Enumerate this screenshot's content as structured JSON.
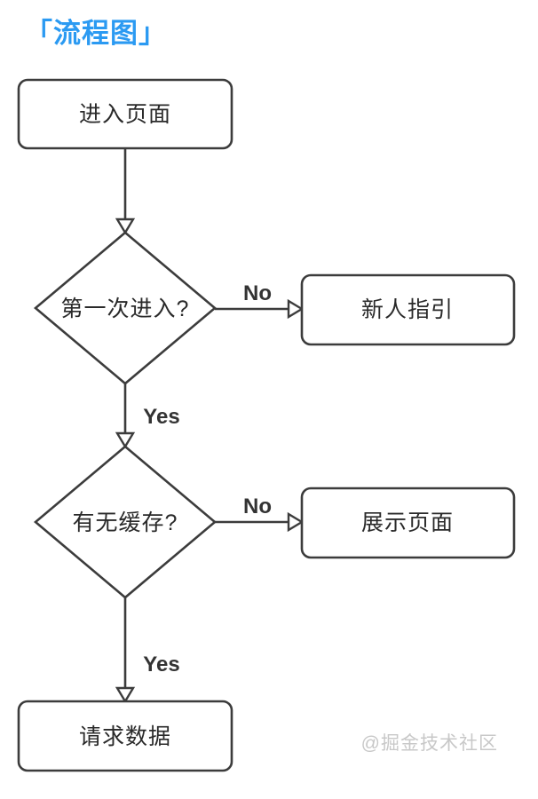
{
  "page": {
    "title": "「流程图」",
    "title_color": "#2b9af2",
    "background_color": "#ffffff"
  },
  "flowchart": {
    "stroke_color": "#3c3c3c",
    "node_text_color": "#2a2a2a",
    "nodes": {
      "enter_page": {
        "label": "进入页面",
        "shape": "rounded-rect"
      },
      "first_visit": {
        "label": "第一次进入?",
        "shape": "diamond"
      },
      "newcomer_guide": {
        "label": "新人指引",
        "shape": "rounded-rect"
      },
      "has_cache": {
        "label": "有无缓存?",
        "shape": "diamond"
      },
      "show_page": {
        "label": "展示页面",
        "shape": "rounded-rect"
      },
      "request_data": {
        "label": "请求数据",
        "shape": "rounded-rect"
      }
    },
    "edge_labels": {
      "first_visit_no": "No",
      "first_visit_yes": "Yes",
      "has_cache_no": "No",
      "has_cache_yes": "Yes"
    },
    "edges": [
      {
        "from": "enter_page",
        "to": "first_visit",
        "label": ""
      },
      {
        "from": "first_visit",
        "to": "newcomer_guide",
        "label": "No"
      },
      {
        "from": "first_visit",
        "to": "has_cache",
        "label": "Yes"
      },
      {
        "from": "has_cache",
        "to": "show_page",
        "label": "No"
      },
      {
        "from": "has_cache",
        "to": "request_data",
        "label": "Yes"
      }
    ]
  },
  "watermark": {
    "text": "@掘金技术社区",
    "color": "#c8c8c8"
  }
}
